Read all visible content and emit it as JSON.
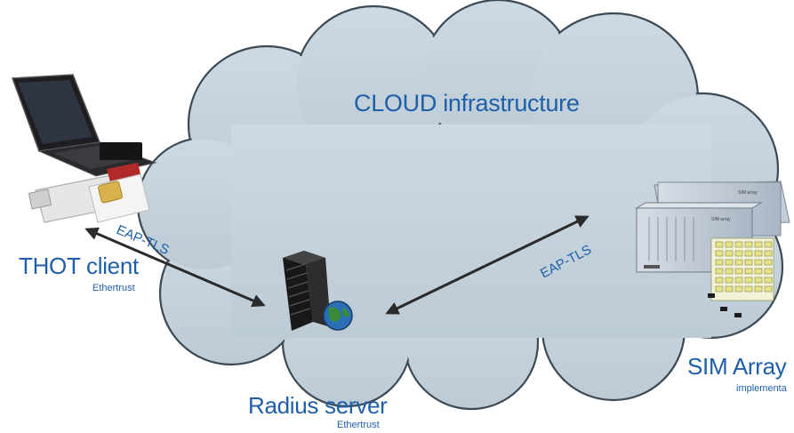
{
  "cloud": {
    "title": "CLOUD infrastructure",
    "fill": "#c3d3de",
    "stroke": "#3c4a55"
  },
  "client": {
    "name": "THOT client",
    "vendor": "Ethertrust"
  },
  "server": {
    "name": "Radius server",
    "vendor": "Ethertrust"
  },
  "sim_array": {
    "name": "SIM Array",
    "vendor": "implementa",
    "panel_label": "SIM array"
  },
  "links": [
    {
      "label": "EAP-TLS"
    },
    {
      "label": "EAP-TLS"
    }
  ],
  "colors": {
    "text": "#1f5fa8",
    "arrow": "#2b2b2b"
  }
}
